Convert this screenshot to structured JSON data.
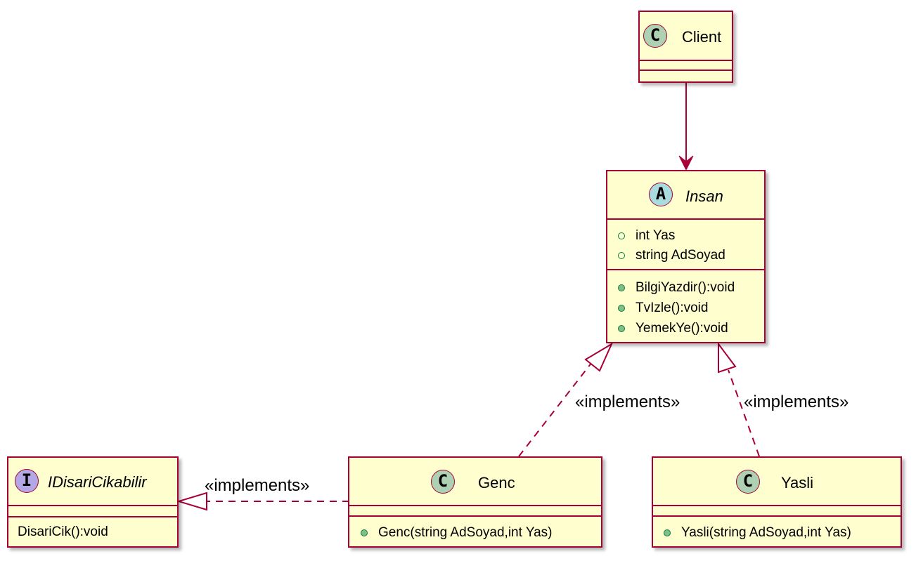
{
  "classes": {
    "client": {
      "name": "Client",
      "badge": "C"
    },
    "insan": {
      "name": "Insan",
      "badge": "A",
      "fields": [
        "int Yas",
        "string AdSoyad"
      ],
      "methods": [
        "BilgiYazdir():void",
        "TvIzle():void",
        "YemekYe():void"
      ]
    },
    "idisari": {
      "name": "IDisariCikabilir",
      "badge": "I",
      "methods": [
        "DisariCik():void"
      ]
    },
    "genc": {
      "name": "Genc",
      "badge": "C",
      "methods": [
        "Genc(string AdSoyad,int Yas)"
      ]
    },
    "yasli": {
      "name": "Yasli",
      "badge": "C",
      "methods": [
        "Yasli(string AdSoyad,int Yas)"
      ]
    }
  },
  "relations": {
    "genc_insan_label": "«implements»",
    "yasli_insan_label": "«implements»",
    "genc_idisari_label": "«implements»"
  },
  "colors": {
    "border": "#a80036",
    "box_fill": "#fefece",
    "class_badge": "#add1b2",
    "abstract_badge": "#a9dcdf",
    "interface_badge": "#b4a7e5"
  }
}
